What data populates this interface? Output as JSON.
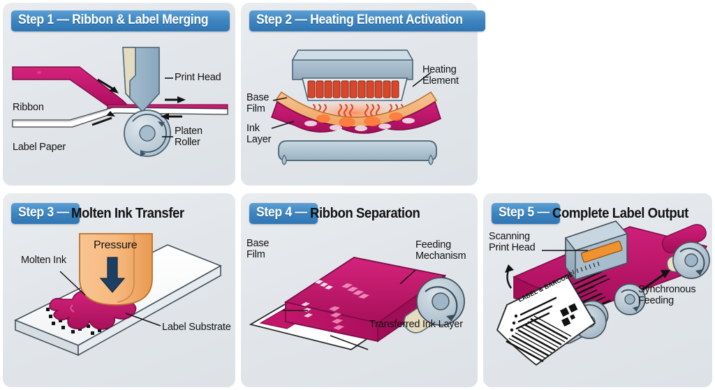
{
  "meta": {
    "background": "#ffffff",
    "panel_bg": "#e3e6ea",
    "badge_color": "#3d85c0",
    "ink_magenta": "#c2166b",
    "ribbon_magenta": "#c2166b",
    "base_film_orange": "#f3b173",
    "metal_blue": "#9fb6c6",
    "heat_red": "#e03a1e",
    "title_black": "#121212"
  },
  "panels": [
    {
      "id": "step1",
      "badge": "Step 1 — Ribbon & Label Merging",
      "badge_only": "",
      "title_rest": "",
      "style": "full-badge",
      "labels": [
        {
          "name": "print-head-label",
          "text": "Print Head"
        },
        {
          "name": "ribbon-label",
          "text": "Ribbon"
        },
        {
          "name": "label-paper-label",
          "text": "Label Paper"
        },
        {
          "name": "platen-roller-label",
          "text": "Platen\nRoller"
        }
      ]
    },
    {
      "id": "step2",
      "badge": "Step 2 — Heating Element Activation",
      "badge_only": "",
      "title_rest": "",
      "style": "full-badge",
      "labels": [
        {
          "name": "heating-element-label",
          "text": "Heating\nElement"
        },
        {
          "name": "base-film-label",
          "text": "Base\nFilm"
        },
        {
          "name": "ink-layer-label",
          "text": "Ink\nLayer"
        }
      ]
    },
    {
      "id": "step3",
      "badge": "",
      "badge_only": "Step 3 —",
      "title_rest": "Molten Ink Transfer",
      "style": "split-badge",
      "labels": [
        {
          "name": "molten-ink-label",
          "text": "Molten Ink"
        },
        {
          "name": "pressure-label",
          "text": "Pressure"
        },
        {
          "name": "label-substrate-label",
          "text": "Label Substrate"
        }
      ]
    },
    {
      "id": "step4",
      "badge": "",
      "badge_only": "Step 4 —",
      "title_rest": "Ribbon Separation",
      "style": "split-badge",
      "labels": [
        {
          "name": "base-film-label",
          "text": "Base\nFilm"
        },
        {
          "name": "feeding-mechanism-label",
          "text": "Feeding\nMechanism"
        },
        {
          "name": "transferred-ink-layer-label",
          "text": "Transferred Ink Layer"
        }
      ]
    },
    {
      "id": "step5",
      "badge": "",
      "badge_only": "Step 5 —",
      "title_rest": "Complete Label Output",
      "style": "split-badge",
      "labels": [
        {
          "name": "scanning-print-head-label",
          "text": "Scanning\nPrint Head"
        },
        {
          "name": "synchronous-feeding-label",
          "text": "Synchronous\nFeeding"
        }
      ],
      "printed_label": {
        "heading": "LABEL & BARCODE"
      }
    }
  ]
}
